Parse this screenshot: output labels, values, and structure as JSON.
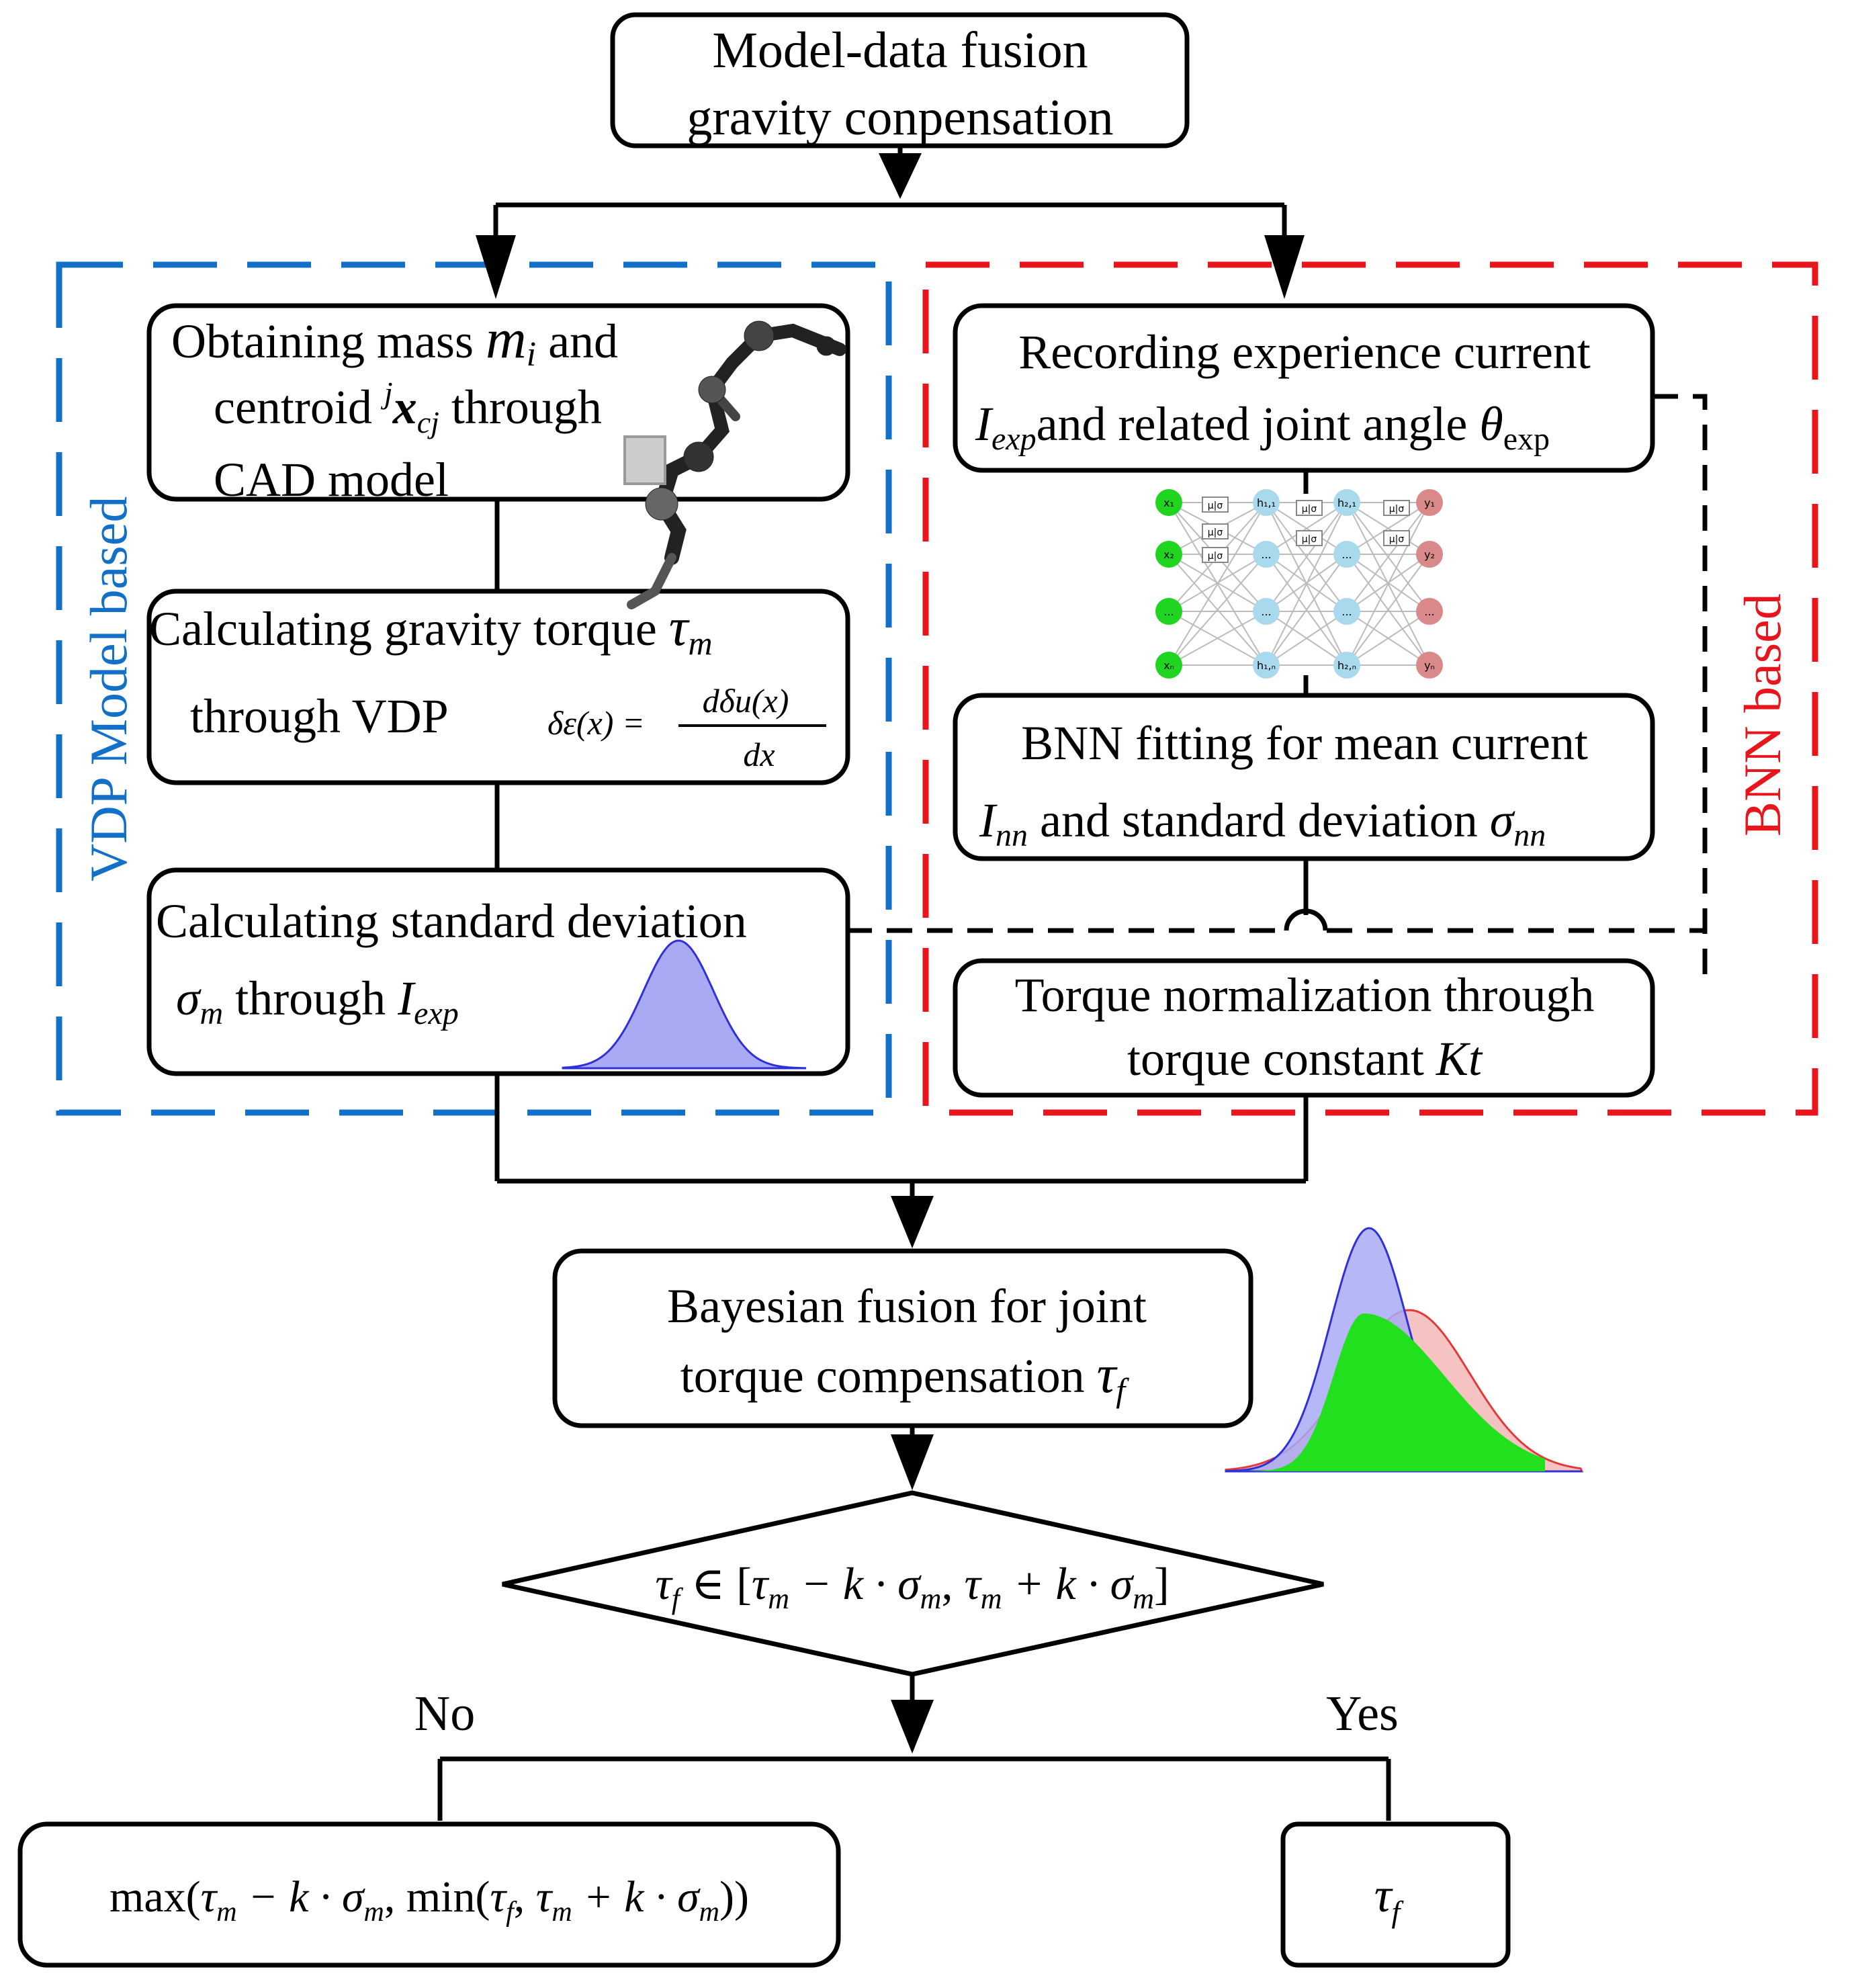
{
  "colors": {
    "line": "#000000",
    "vdp_accent": "#1270c8",
    "bnn_accent": "#e8161c",
    "gauss_blue_fill": "#a9aaf4",
    "gauss_blue_line": "#3030d8",
    "gauss_red_fill": "#f6c3c3",
    "gauss_red_line": "#e23a3a",
    "gauss_green_fill": "#22e01e",
    "node_green": "#1fd51f",
    "node_blue": "#a9d9ec",
    "node_red": "#d98989"
  },
  "title_box": {
    "line1": "Model-data fusion",
    "line2": "gravity conpensation"
  },
  "vdp": {
    "label": "VDP Model based",
    "box1": {
      "l1_a": "Obtaining  mass ",
      "l1_sym": "m",
      "l1_sub": "i",
      "l1_b": " and",
      "l2_a": "centroid ",
      "l2_sup": "j",
      "l2_sym": "x",
      "l2_sub": "cj",
      "l2_b": " through",
      "l3": "CAD model"
    },
    "box2": {
      "l1_a": "Calculating  gravity torque ",
      "l1_sym": "τ",
      "l1_sub": "m",
      "l2": "through VDP",
      "eq_lhs": "δε(x) =",
      "eq_num": "dδu(x)",
      "eq_den": "dx"
    },
    "box3": {
      "l1": "Calculating standard deviation",
      "l2_sym": "σ",
      "l2_sub": "m",
      "l2_a": " through ",
      "l2_sym2": "I",
      "l2_sub2": "exp"
    }
  },
  "bnn": {
    "label": "BNN based",
    "box1": {
      "l1": "Recording experience current",
      "l2_sym": "I",
      "l2_sub": "exp",
      "l2_a": "and related joint angle ",
      "l2_sym2": "θ",
      "l2_sub2": "exp"
    },
    "network": {
      "inputs": [
        "x₁",
        "x₂",
        "...",
        "xₙ"
      ],
      "hidden1": [
        "h₁,₁",
        "...",
        "...",
        "h₁,ₙ"
      ],
      "hidden2": [
        "h₂,₁",
        "...",
        "...",
        "h₂,ₙ"
      ],
      "outputs": [
        "y₁",
        "y₂",
        "...",
        "yₙ"
      ],
      "param_label": "μ|σ"
    },
    "box2": {
      "l1": "BNN fitting for  mean current",
      "l2_sym": "I",
      "l2_sub": "nn",
      "l2_a": " and standard deviation ",
      "l2_sym2": "σ",
      "l2_sub2": "nn"
    },
    "box3": {
      "l1": "Torque normalization through",
      "l2_a": "torque constant ",
      "l2_sym": "Kt"
    }
  },
  "fusion_box": {
    "l1": "Bayesian fusion for joint",
    "l2_a": "torque compensation ",
    "l2_sym": "τ",
    "l2_sub": "f"
  },
  "decision": {
    "a": "τ",
    "a_sub": "f",
    "in": " ∈ [",
    "b": "τ",
    "b_sub": "m",
    "minus": " − k · ",
    "c": "σ",
    "c_sub": "m",
    "comma": ", ",
    "d": "τ",
    "d_sub": "m",
    "plus": " + k · ",
    "e": "σ",
    "e_sub": "m",
    "close": "]"
  },
  "branch_no": "No",
  "branch_yes": "Yes",
  "result_no": {
    "a": "max(",
    "b": "τ",
    "b_sub": "m",
    "c": " − k · ",
    "d": "σ",
    "d_sub": "m",
    "e": ", min(",
    "f": "τ",
    "f_sub": "f",
    "g": ", ",
    "h": "τ",
    "h_sub": "m",
    "i": " + k · ",
    "j": "σ",
    "j_sub": "m",
    "k": "))"
  },
  "result_yes": {
    "sym": "τ",
    "sub": "f"
  }
}
